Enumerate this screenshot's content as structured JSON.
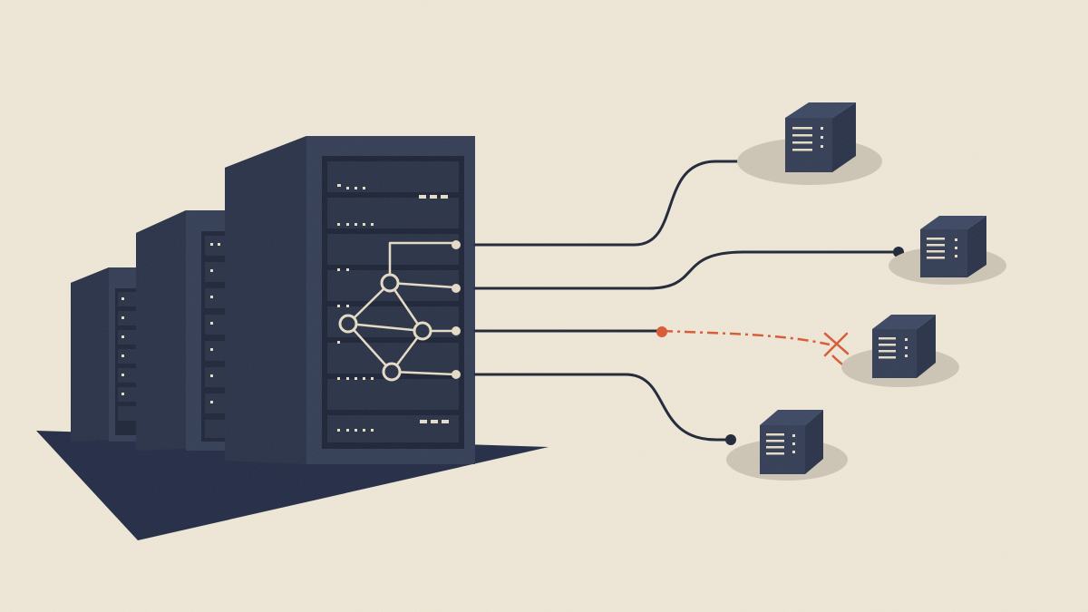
{
  "palette": {
    "background": "#efe7d6",
    "rack_front": "#333d55",
    "rack_side": "#293248",
    "rack_top": "#3c4762",
    "rack_slot": "#252d42",
    "shadow": "#232c45",
    "led": "#e6dcc6",
    "cable": "#1f2738",
    "broken_link": "#d85a35",
    "node_shadow": "#cdc5b5"
  },
  "icons": {
    "primary_rack": "server-rack-icon",
    "remote_node": "server-box-icon",
    "topology": "network-graph-icon",
    "failure": "x-mark-icon"
  },
  "scene": {
    "background_racks": 2,
    "remote_nodes": 4,
    "connected_nodes": 3,
    "failed_links": 1
  }
}
